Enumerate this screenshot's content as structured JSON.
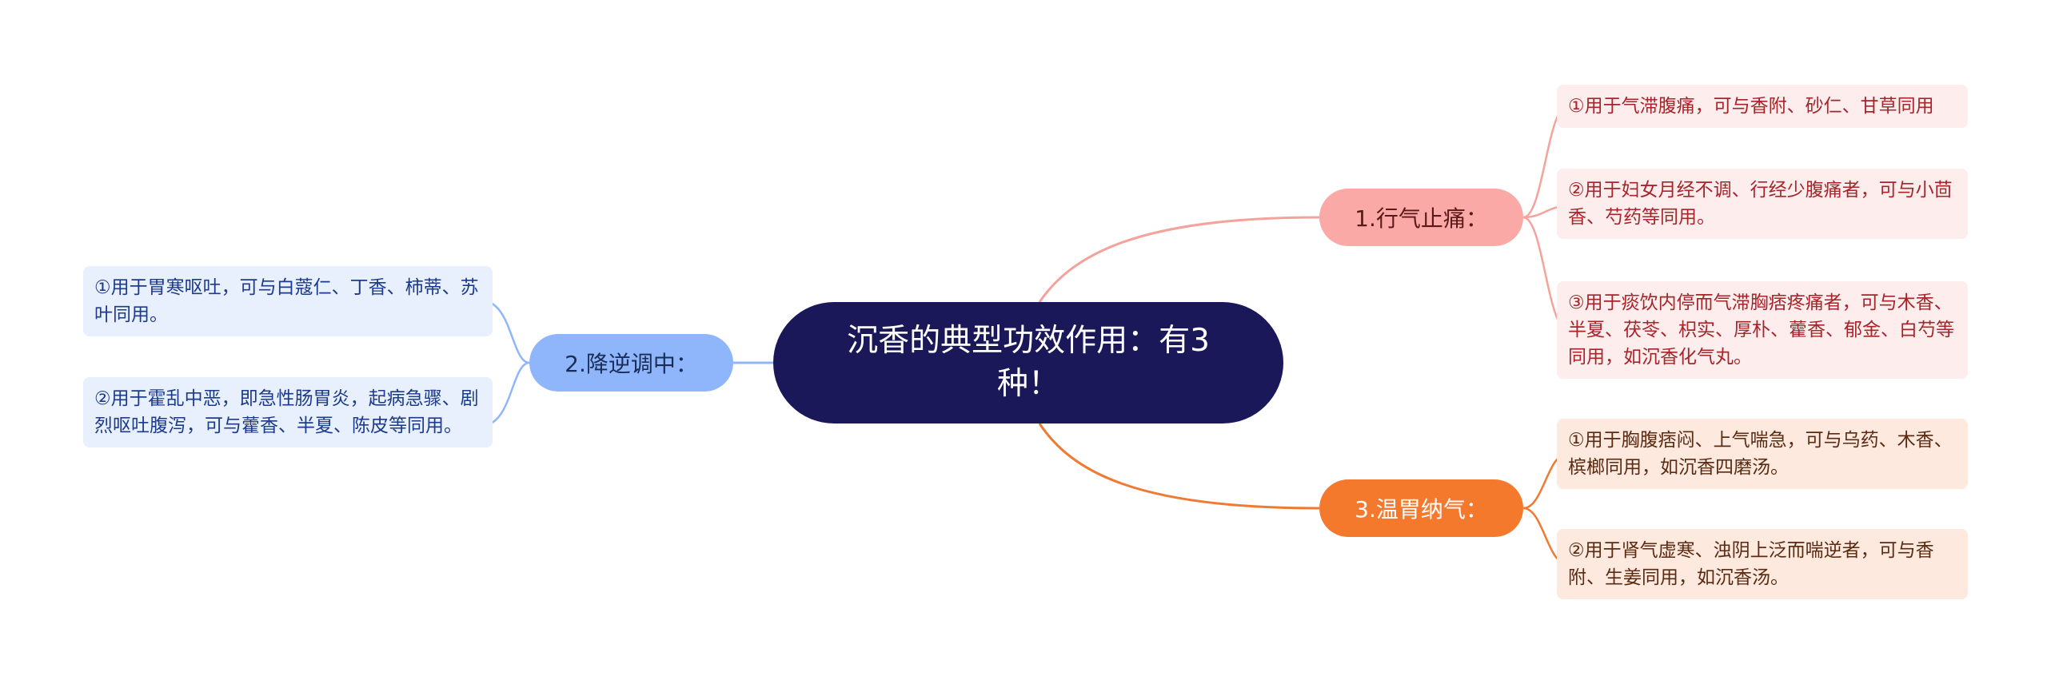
{
  "center": {
    "title": "沉香的典型功效作用：有3种！"
  },
  "branches": [
    {
      "label": "1.行气止痛：",
      "color": "#f4a29c",
      "leaves": [
        "①用于气滞腹痛，可与香附、砂仁、甘草同用",
        "②用于妇女月经不调、行经少腹痛者，可与小茴香、芍药等同用。",
        "③用于痰饮内停而气滞胸痞疼痛者，可与木香、半夏、茯苓、枳实、厚朴、藿香、郁金、白芍等同用，如沉香化气丸。"
      ]
    },
    {
      "label": "2.降逆调中：",
      "color": "#8fb6fa",
      "leaves": [
        "①用于胃寒呕吐，可与白蔻仁、丁香、柿蒂、苏叶同用。",
        "②用于霍乱中恶，即急性肠胃炎，起病急骤、剧烈呕吐腹泻，可与藿香、半夏、陈皮等同用。"
      ]
    },
    {
      "label": "3.温胃纳气：",
      "color": "#f07a33",
      "leaves": [
        "①用于胸腹痞闷、上气喘急，可与乌药、木香、槟榔同用，如沉香四磨汤。",
        "②用于肾气虚寒、浊阴上泛而喘逆者，可与香附、生姜同用，如沉香汤。"
      ]
    }
  ]
}
